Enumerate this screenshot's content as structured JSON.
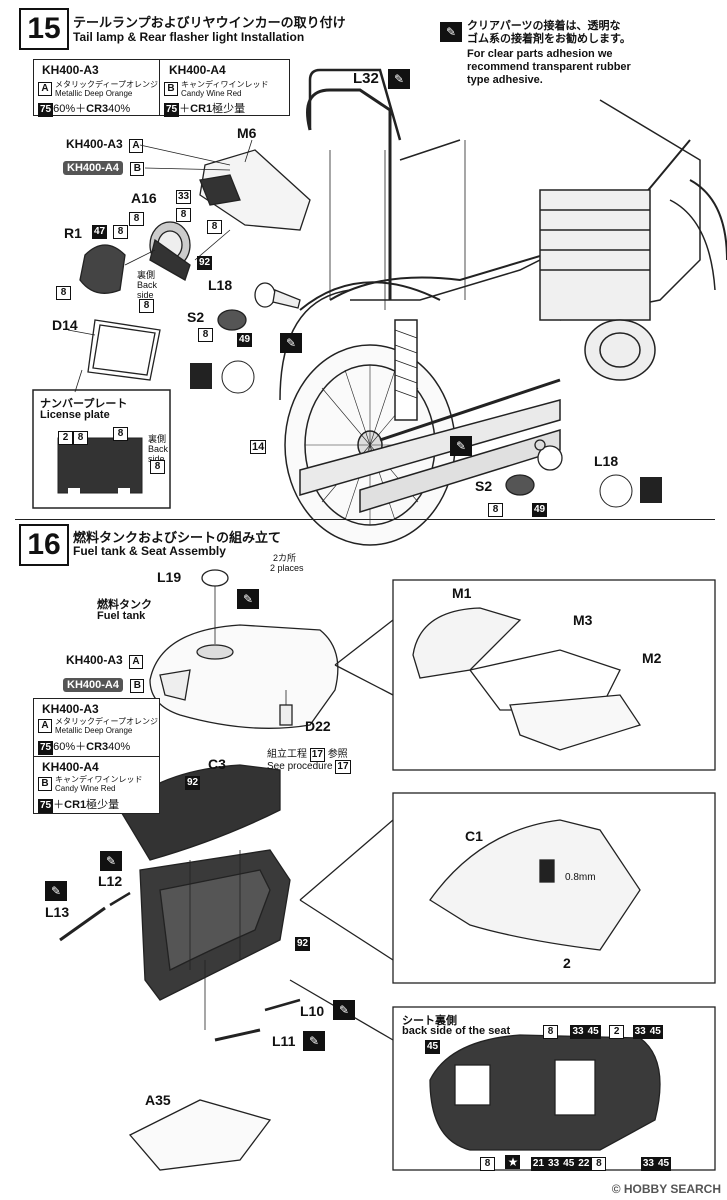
{
  "step15": {
    "number": "15",
    "title_jp": "テールランプおよびリヤウインカーの取り付け",
    "title_en": "Tail lamp & Rear flasher light Installation",
    "note_jp": "クリアパーツの接着は、透明な\nゴム系の接着剤をお勧めします。",
    "note_en": "For clear parts adhesion we\nrecommend transparent rubber\ntype adhesive.",
    "color_a3": "KH400-A3",
    "color_a3_letter": "A",
    "color_a3_jp": "メタリックディープオレンジ",
    "color_a3_en": "Metallic Deep Orange",
    "color_a3_mix_code": "75",
    "color_a3_mix": "60%＋",
    "color_a3_mix2_code": "CR3",
    "color_a3_mix2": "40%",
    "color_a4": "KH400-A4",
    "color_a4_letter": "B",
    "color_a4_jp": "キャンディワインレッド",
    "color_a4_en": "Candy Wine Red",
    "color_a4_mix_code": "75",
    "color_a4_mix": "＋",
    "color_a4_mix2_code": "CR1",
    "color_a4_mix2": "極少量",
    "labels": {
      "l32": "L32",
      "m6": "M6",
      "a16": "A16",
      "r1": "R1",
      "d14": "D14",
      "l18": "L18",
      "s2": "S2",
      "l18b": "L18",
      "s2b": "S2",
      "kh_a3": "KH400-A3",
      "kh_a4": "KH400-A4",
      "a": "A",
      "b": "B",
      "plate_jp": "ナンバープレート",
      "plate_en": "License plate",
      "back_jp": "裏側",
      "back_en": "Back\nside",
      "c33": "33",
      "c8": "8",
      "c47": "47",
      "c92": "92",
      "c49": "49",
      "c2": "2",
      "c14": "14"
    }
  },
  "step16": {
    "number": "16",
    "title_jp": "燃料タンクおよびシートの組み立て",
    "title_en": "Fuel tank & Seat Assembly",
    "labels": {
      "l19": "L19",
      "places_jp": "2カ所",
      "places_en": "2 places",
      "tank_jp": "燃料タンク",
      "tank_en": "Fuel tank",
      "kh_a3": "KH400-A3",
      "kh_a4": "KH400-A4",
      "a": "A",
      "b": "B",
      "d22": "D22",
      "proc_jp": "組立工程",
      "proc_num": "17",
      "proc_jp2": "参照",
      "proc_en": "See procedure",
      "m1": "M1",
      "m3": "M3",
      "m2": "M2",
      "c3": "C3",
      "c1": "C1",
      "c2": "2",
      "mm": "0.8mm",
      "l12": "L12",
      "l13": "L13",
      "l10": "L10",
      "l11": "L11",
      "a35": "A35",
      "seat_jp": "シート裏側",
      "seat_en": "back side of the seat",
      "c92": "92",
      "c45": "45",
      "c8": "8",
      "c33": "33",
      "c21": "21",
      "c22": "22"
    }
  },
  "footer": "© HOBBY SEARCH"
}
